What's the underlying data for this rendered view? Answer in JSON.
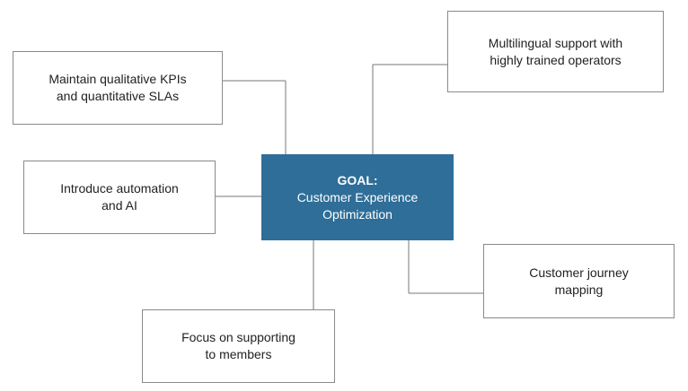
{
  "diagram": {
    "goal": {
      "label": "GOAL:",
      "text": "Customer Experience\nOptimization",
      "color": "#2f6e98"
    },
    "nodes": {
      "kpis": "Maintain qualitative KPIs\nand quantitative SLAs",
      "multilingual": "Multilingual support with\nhighly trained operators",
      "automation": "Introduce automation\nand AI",
      "journey": "Customer journey\nmapping",
      "members": "Focus on supporting\nto members"
    }
  }
}
